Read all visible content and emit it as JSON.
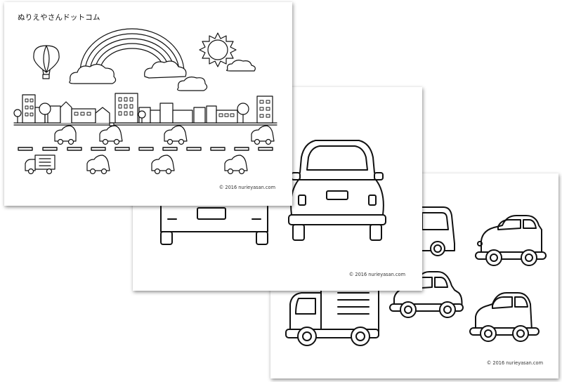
{
  "sheets": [
    {
      "id": "city-scene",
      "title": "ぬりえやさんドットコム",
      "copyright": "© 2016 nurieyasan.com"
    },
    {
      "id": "car-rear-view",
      "copyright": "© 2016 nurieyasan.com"
    },
    {
      "id": "car-collection",
      "copyright": "© 2016 nurieyasan.com"
    }
  ],
  "colors": {
    "paper": "#ffffff",
    "line": "#111111"
  },
  "icons": [
    "hot-air-balloon-icon",
    "rainbow-icon",
    "sun-icon",
    "cloud-icon",
    "building-icon",
    "tree-icon",
    "car-icon",
    "truck-icon",
    "taxi-icon",
    "van-icon"
  ]
}
